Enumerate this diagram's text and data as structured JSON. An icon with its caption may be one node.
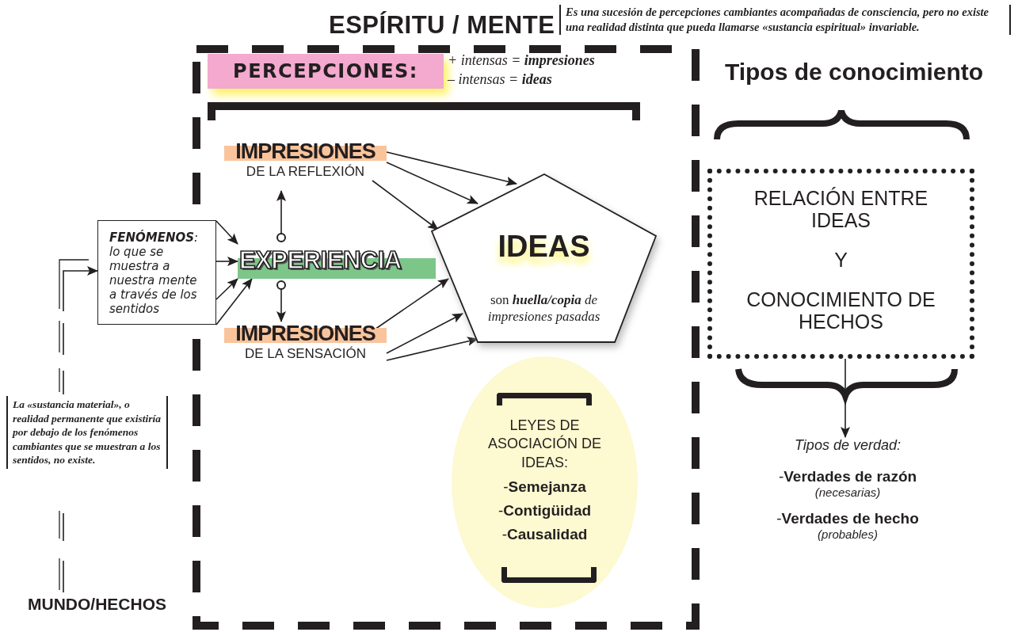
{
  "diagram": {
    "nodes": [
      {
        "text": [
          "ESPÍRITU / MENTE"
        ],
        "beside": [
          "Es una sucesión de percepciones cambiantes acompañadas de consciencia, pero no existe una realidad distinta que pueda llamarse «sustancia espiritual» invariable."
        ]
      },
      {
        "text": [
          "PERCEPCIONES:"
        ],
        "in": 0,
        "beside": [
          "+ intensas = **impresiones**",
          "– intensas = **ideas**"
        ]
      },
      {
        "text": [
          "IMPRESIONES",
          "DE LA REFLEXIÓN"
        ],
        "in": 0
      },
      {
        "text": [
          "**FENÓMENOS**: lo que se muestra a nuestra mente a través de los sentidos"
        ]
      },
      {
        "text": [
          "EXPERIENCIA"
        ],
        "in": 0
      },
      {
        "text": [
          "IDEAS",
          "son **huella/copia** *de impresiones pasadas*"
        ],
        "in": 0
      },
      {
        "text": [
          "IMPRESIONES",
          "DE LA SENSACIÓN"
        ],
        "in": 0
      },
      {
        "text": [
          "LEYES DE ASOCIACIÓN DE IDEAS:",
          "-**Semejanza**",
          "-**Contigüidad**",
          "-**Causalidad**"
        ],
        "in": 0
      },
      {
        "text": [
          "RELACIÓN ENTRE IDEAS",
          "Y",
          "CONOCIMIENTO DE HECHOS"
        ]
      },
      {
        "text": [
          "Tipos de verdad:",
          "-**Verdades de razón**",
          "(necesarias)",
          "-**Verdades de hecho**",
          "(probables)"
        ]
      },
      {
        "text": [
          "MUNDO/HECHOS"
        ]
      }
    ],
    "edges": [
      {
        "from": 3,
        "to": 4,
        "arrow": "to"
      },
      {
        "from": 3,
        "to": 4,
        "arrow": "to"
      },
      {
        "from": 3,
        "to": 4,
        "arrow": "to"
      },
      {
        "from": 3,
        "to": 4,
        "arrow": "to"
      },
      {
        "from": 4,
        "to": 2,
        "arrow": "to"
      },
      {
        "from": 4,
        "to": 6,
        "arrow": "to"
      },
      {
        "from": 2,
        "to": 5,
        "arrow": "to"
      },
      {
        "from": 2,
        "to": 5,
        "arrow": "to"
      },
      {
        "from": 2,
        "to": 5,
        "arrow": "to"
      },
      {
        "from": 6,
        "to": 5,
        "arrow": "to"
      },
      {
        "from": 6,
        "to": 5,
        "arrow": "to"
      },
      {
        "from": 6,
        "to": 5,
        "arrow": "to"
      },
      {
        "from": 10,
        "to": 3,
        "arrow": "to",
        "style": "dashed"
      },
      {
        "from": 8,
        "to": 9,
        "arrow": "to"
      }
    ],
    "labels": [
      "Tipos de conocimiento",
      "La «sustancia material», o realidad permanente que existiría por debajo de los fenómenos cambiantes que se muestran a los sentidos, no existe."
    ]
  }
}
